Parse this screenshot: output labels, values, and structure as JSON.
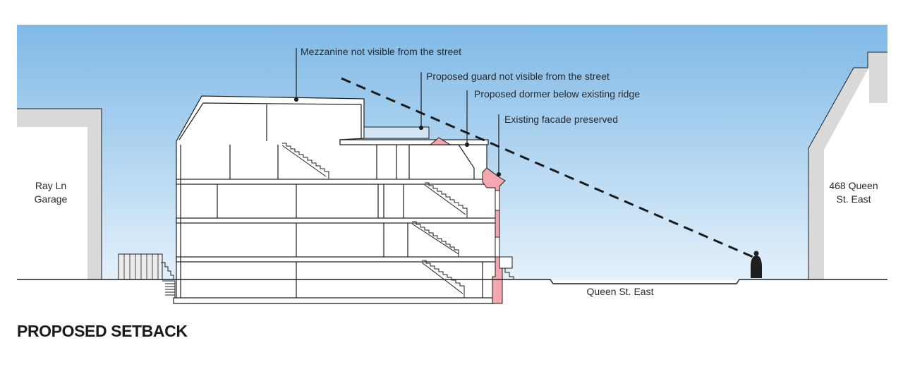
{
  "annotations": {
    "mezzanine": "Mezzanine not visible from the street",
    "guard": "Proposed guard not visible from the street",
    "dormer": "Proposed dormer below existing ridge",
    "facade": "Existing facade preserved"
  },
  "neighbours": {
    "left_line1": "Ray Ln",
    "left_line2": "Garage",
    "right_line1": "468 Queen",
    "right_line2": "St. East"
  },
  "street": "Queen St. East",
  "title": "PROPOSED SETBACK",
  "colors": {
    "sky_top": "#7fb9e6",
    "sky_bottom": "#e4f1fb",
    "heritage": "#f4a7ae",
    "neighbour": "#d9d9d9",
    "line": "#1f1f1f"
  }
}
